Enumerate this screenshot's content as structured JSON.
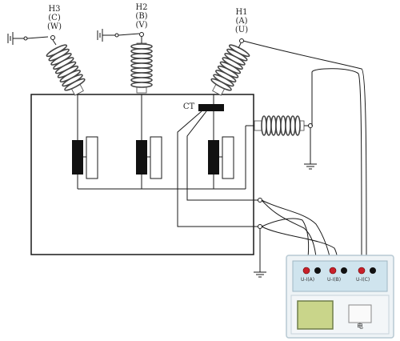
{
  "terminals": {
    "h3": {
      "name": "H3",
      "phase": "(C)",
      "alt": "(W)"
    },
    "h2": {
      "name": "H2",
      "phase": "(B)",
      "alt": "(V)"
    },
    "h1": {
      "name": "H1",
      "phase": "(A)",
      "alt": "(U)"
    }
  },
  "ct_label": "CT",
  "tester": {
    "ports": [
      "U-I(A)",
      "U-I(B)",
      "U-I(C)"
    ],
    "button_label": "电"
  },
  "colors": {
    "line": "#1a1a1a",
    "bushing": "#444444",
    "tester_border": "#b7c9d3",
    "tester_panel": "#cfe4ee",
    "screen": "#c9d58a",
    "jack_red": "#c8202a",
    "jack_black": "#111111"
  }
}
